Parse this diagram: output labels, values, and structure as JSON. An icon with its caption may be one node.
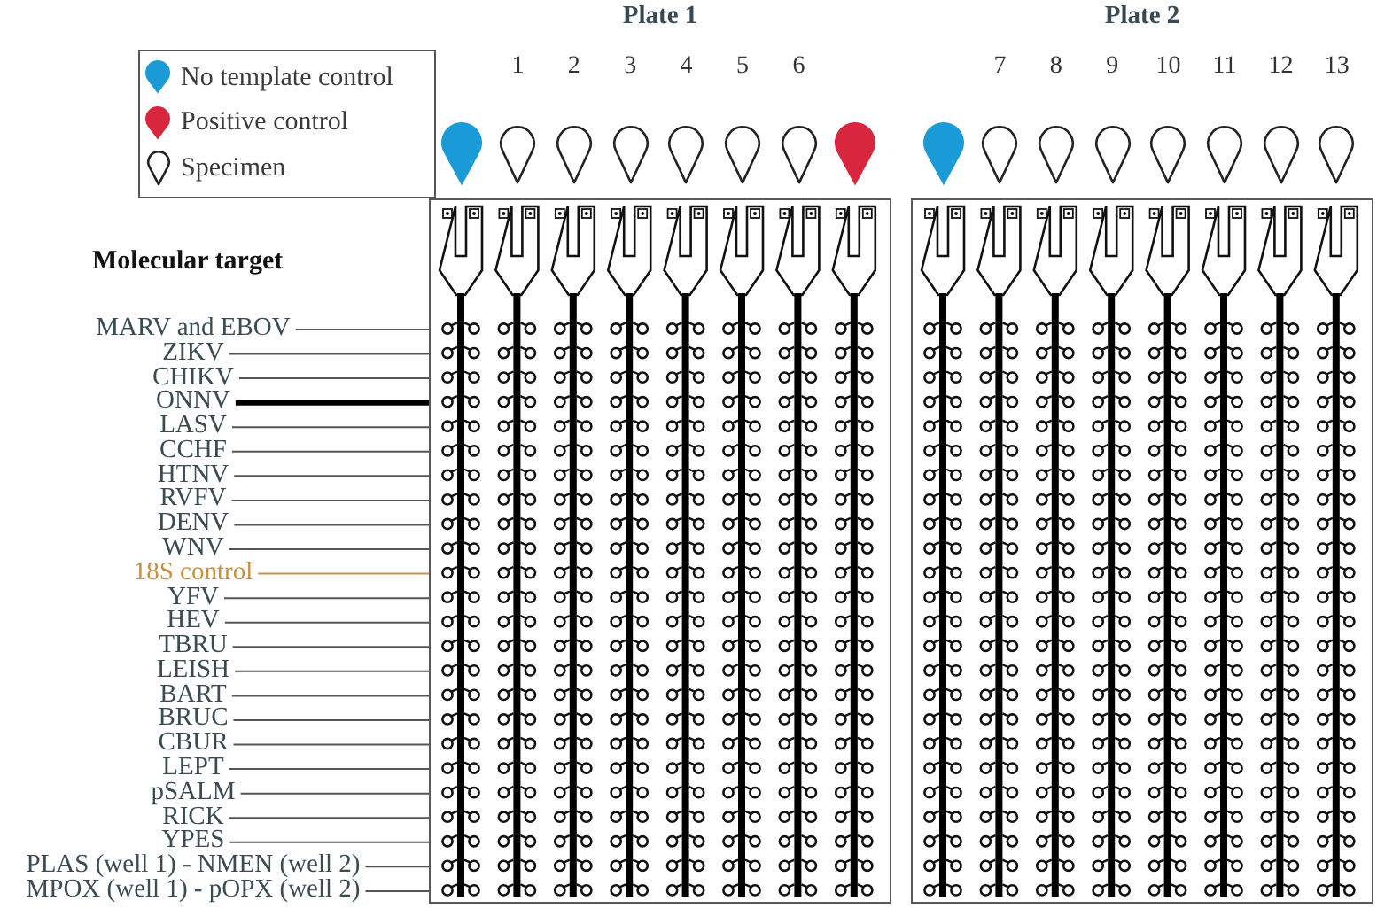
{
  "diagram": {
    "nodes": [
      {
        "text": [],
        "shape": "box"
      },
      {
        "text": [],
        "shape": "box"
      },
      {
        "text": [
          "MARV and EBOV"
        ]
      },
      {
        "text": [
          "ZIKV"
        ]
      },
      {
        "text": [
          "CHIKV"
        ]
      },
      {
        "text": [
          "ONNV"
        ]
      },
      {
        "text": [
          "LASV"
        ]
      },
      {
        "text": [
          "CCHF"
        ]
      },
      {
        "text": [
          "HTNV"
        ]
      },
      {
        "text": [
          "RVFV"
        ]
      },
      {
        "text": [
          "DENV"
        ]
      },
      {
        "text": [
          "WNV"
        ]
      },
      {
        "text": [
          "18S control"
        ]
      },
      {
        "text": [
          "YFV"
        ]
      },
      {
        "text": [
          "HEV"
        ]
      },
      {
        "text": [
          "TBRU"
        ]
      },
      {
        "text": [
          "LEISH"
        ]
      },
      {
        "text": [
          "BART"
        ]
      },
      {
        "text": [
          "BRUC"
        ]
      },
      {
        "text": [
          "CBUR"
        ]
      },
      {
        "text": [
          "LEPT"
        ]
      },
      {
        "text": [
          "pSALM"
        ]
      },
      {
        "text": [
          "RICK"
        ]
      },
      {
        "text": [
          "YPES"
        ]
      },
      {
        "text": [
          "PLAS (well 1) - NMEN (well 2)"
        ]
      },
      {
        "text": [
          "MPOX (well 1) - pOPX (well 2)"
        ]
      }
    ],
    "edges": [
      {
        "from": 2,
        "to": 0,
        "arrow": "none"
      },
      {
        "from": 3,
        "to": 0,
        "arrow": "none"
      },
      {
        "from": 4,
        "to": 0,
        "arrow": "none"
      },
      {
        "from": 5,
        "to": 0,
        "arrow": "none",
        "style": "thick"
      },
      {
        "from": 6,
        "to": 0,
        "arrow": "none"
      },
      {
        "from": 7,
        "to": 0,
        "arrow": "none"
      },
      {
        "from": 8,
        "to": 0,
        "arrow": "none"
      },
      {
        "from": 9,
        "to": 0,
        "arrow": "none"
      },
      {
        "from": 10,
        "to": 0,
        "arrow": "none"
      },
      {
        "from": 11,
        "to": 0,
        "arrow": "none"
      },
      {
        "from": 12,
        "to": 0,
        "arrow": "none",
        "color": "#c8903f"
      },
      {
        "from": 13,
        "to": 0,
        "arrow": "none"
      },
      {
        "from": 14,
        "to": 0,
        "arrow": "none"
      },
      {
        "from": 15,
        "to": 0,
        "arrow": "none"
      },
      {
        "from": 16,
        "to": 0,
        "arrow": "none"
      },
      {
        "from": 17,
        "to": 0,
        "arrow": "none"
      },
      {
        "from": 18,
        "to": 0,
        "arrow": "none"
      },
      {
        "from": 19,
        "to": 0,
        "arrow": "none"
      },
      {
        "from": 20,
        "to": 0,
        "arrow": "none"
      },
      {
        "from": 21,
        "to": 0,
        "arrow": "none"
      },
      {
        "from": 22,
        "to": 0,
        "arrow": "none"
      },
      {
        "from": 23,
        "to": 0,
        "arrow": "none"
      },
      {
        "from": 24,
        "to": 0,
        "arrow": "none"
      },
      {
        "from": 25,
        "to": 0,
        "arrow": "none"
      }
    ],
    "labels": [
      "Plate 1",
      "Plate 2",
      "1",
      "2",
      "3",
      "4",
      "5",
      "6",
      "7",
      "8",
      "9",
      "10",
      "11",
      "12",
      "13",
      "Molecular target"
    ],
    "legend": [
      {
        "text": "No template control",
        "color": "#1a9ad6"
      },
      {
        "text": "Positive control",
        "color": "#d8263e"
      },
      {
        "text": "Specimen"
      }
    ]
  }
}
